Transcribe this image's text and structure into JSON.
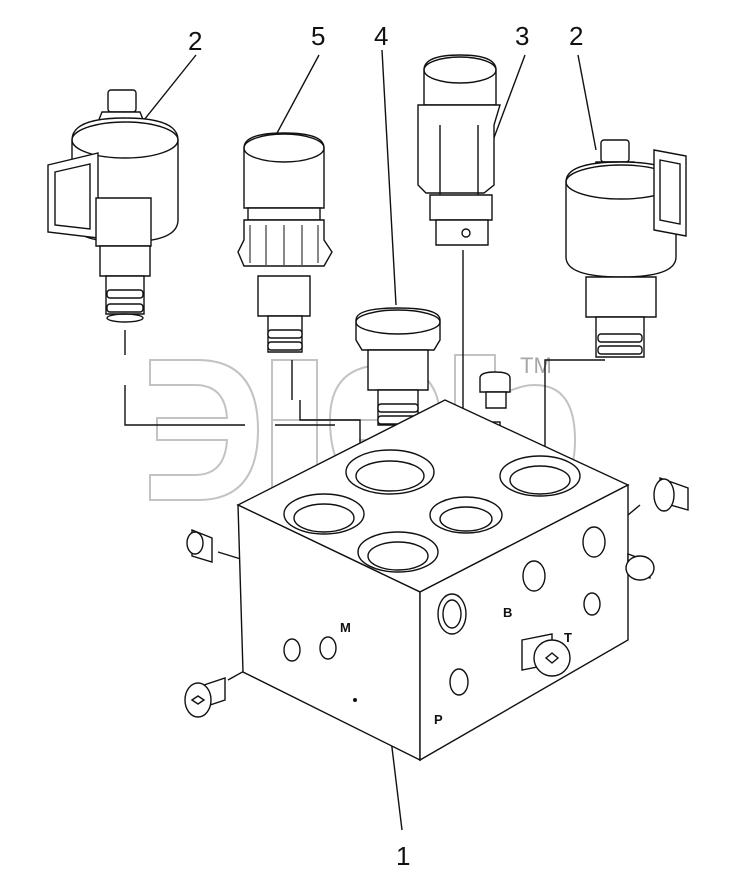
{
  "callouts": {
    "left_solenoid": "2",
    "cartridge_5": "5",
    "relief_4": "4",
    "valve_3": "3",
    "right_solenoid": "2",
    "block": "1"
  },
  "ports": {
    "m": "M",
    "b": "B",
    "t": "T",
    "p": "P"
  },
  "watermark": {
    "trademark": "TM"
  },
  "colors": {
    "ink": "#111111",
    "watermark": "#bdbdbd"
  }
}
